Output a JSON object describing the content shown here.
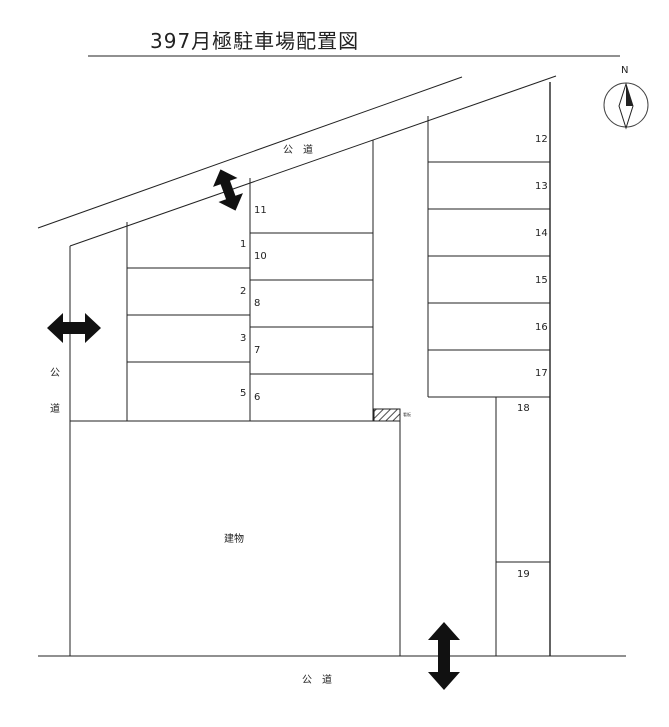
{
  "title": "397月極駐車場配置図",
  "compass": {
    "north_label": "N"
  },
  "roads": {
    "top": "公　道",
    "left_top": "公",
    "left_bottom": "道",
    "bottom": "公　道"
  },
  "building_label": "建物",
  "sign_label": "看板",
  "spaces": {
    "s1": "1",
    "s2": "2",
    "s3": "3",
    "s5": "5",
    "s6": "6",
    "s7": "7",
    "s8": "8",
    "s10": "10",
    "s11": "11",
    "s12": "12",
    "s13": "13",
    "s14": "14",
    "s15": "15",
    "s16": "16",
    "s17": "17",
    "s18": "18",
    "s19": "19"
  },
  "colors": {
    "ink": "#222222",
    "arrow": "#111111"
  }
}
